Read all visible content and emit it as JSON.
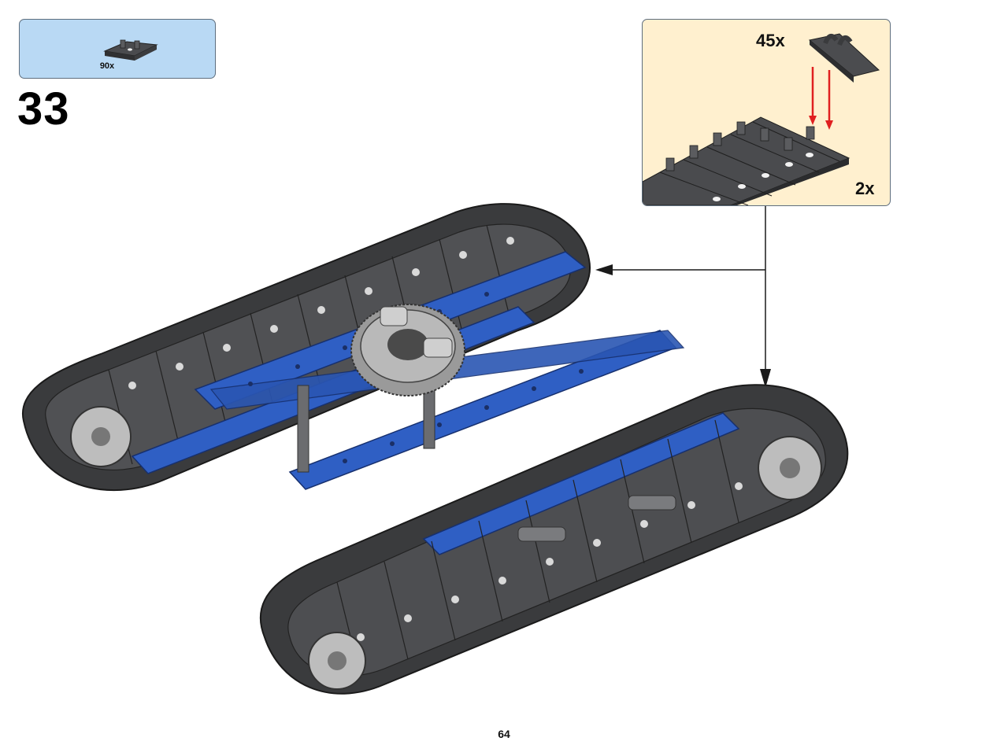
{
  "parts_list": {
    "items": [
      {
        "icon": "track-link-icon",
        "quantity": "90x"
      }
    ]
  },
  "step": {
    "number": "33"
  },
  "callout": {
    "quantities": [
      "45x",
      "2x"
    ]
  },
  "page": {
    "number": "64"
  },
  "colors": {
    "parts_background": "#b9d9f4",
    "callout_background": "#fff0cf",
    "border": "#5e6e7e",
    "track_dark": "#3a3b3d",
    "beam_blue": "#2f5fc4",
    "gear_gray": "#b9b9b9",
    "arrow_red": "#e02020"
  }
}
